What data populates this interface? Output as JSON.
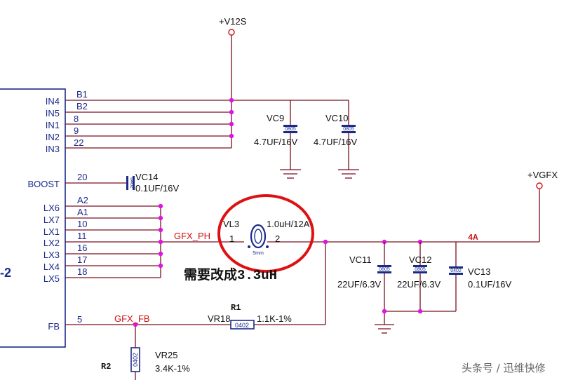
{
  "power": {
    "v12s": "+V12S",
    "vgfx": "+VGFX"
  },
  "ic": {
    "suffix": "-2",
    "pins": [
      {
        "name": "IN4",
        "num": "B1"
      },
      {
        "name": "IN5",
        "num": "B2"
      },
      {
        "name": "IN1",
        "num": "8"
      },
      {
        "name": "IN2",
        "num": "9"
      },
      {
        "name": "IN3",
        "num": "22"
      },
      {
        "name": "BOOST",
        "num": "20"
      },
      {
        "name": "LX6",
        "num": "A2"
      },
      {
        "name": "LX7",
        "num": "A1"
      },
      {
        "name": "LX1",
        "num": "10"
      },
      {
        "name": "LX2",
        "num": "11"
      },
      {
        "name": "LX3",
        "num": "16"
      },
      {
        "name": "LX4",
        "num": "17"
      },
      {
        "name": "LX5",
        "num": "18"
      },
      {
        "name": "FB",
        "num": "5"
      }
    ]
  },
  "caps": {
    "vc9": {
      "ref": "VC9",
      "value": "4.7UF/16V",
      "pkg": "0805"
    },
    "vc10": {
      "ref": "VC10",
      "value": "4.7UF/16V",
      "pkg": "0805"
    },
    "vc14": {
      "ref": "VC14",
      "value": "0.1UF/16V",
      "pkg": "0402"
    },
    "vc11": {
      "ref": "VC11",
      "value": "22UF/6.3V",
      "pkg": "0805"
    },
    "vc12": {
      "ref": "VC12",
      "value": "22UF/6.3V",
      "pkg": "0805"
    },
    "vc13": {
      "ref": "VC13",
      "value": "0.1UF/16V",
      "pkg": "0402"
    }
  },
  "inductor": {
    "ref": "VL3",
    "value": "1.0uH/12A",
    "pin1": "1",
    "pin2": "2",
    "pkg": "5mm"
  },
  "resistors": {
    "vr18": {
      "ref": "VR18",
      "value": "1.1K-1%",
      "pkg": "0402",
      "tag": "R1"
    },
    "vr25": {
      "ref": "VR25",
      "value": "3.4K-1%",
      "pkg": "0402",
      "tag": "R2"
    }
  },
  "nets": {
    "gfx_ph": "GFX_PH",
    "gfx_fb": "GFX_FB",
    "current": "4A"
  },
  "annotation": {
    "note": "需要改成3.3uH",
    "highlight_color": "#dd1111"
  },
  "watermark": "头条号 / 迅维快修"
}
